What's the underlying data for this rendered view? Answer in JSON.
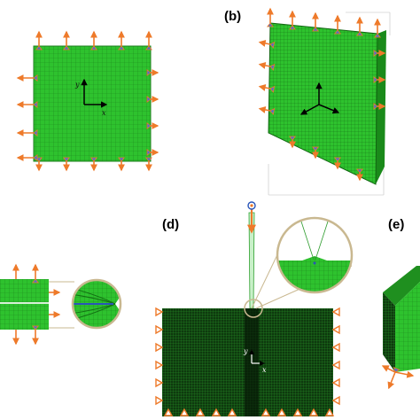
{
  "colors": {
    "mesh_green": "#2ec22e",
    "mesh_line": "#1f8f1f",
    "dark_mesh": "#0b2a0b",
    "arrow_orange": "#ee7a2a",
    "support_blue": "#4a6fd1",
    "crack_blue": "#2a55b8",
    "zoom_ring": "#c9b890"
  },
  "panels": {
    "b": {
      "label": "(b)"
    },
    "d": {
      "label": "(d)"
    },
    "e": {
      "label": "(e)"
    }
  },
  "axes": {
    "x": "x",
    "y": "y"
  }
}
